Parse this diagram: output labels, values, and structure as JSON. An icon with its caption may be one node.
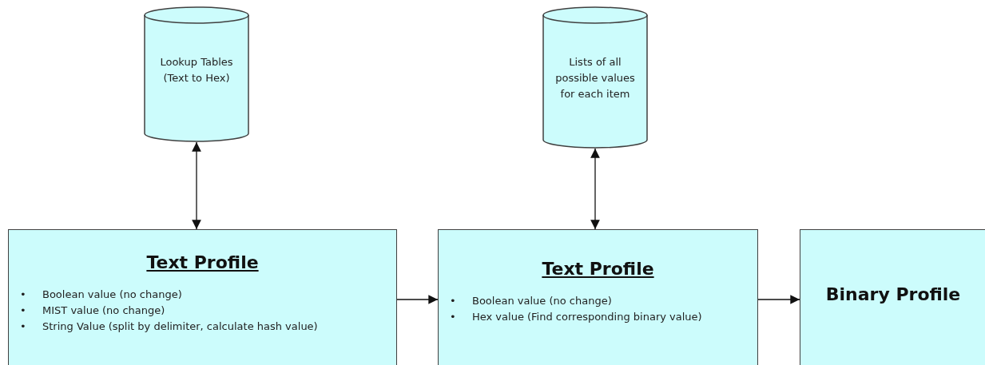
{
  "diagram": {
    "nodes": [
      {
        "text": [
          "Lookup Tables (Text to Hex)"
        ]
      },
      {
        "text": [
          "Lists of all possible values for each item"
        ]
      },
      {
        "text": [
          "Text Profile",
          "Boolean value (no change)",
          "MIST value (no change)",
          "String Value (split by delimiter, calculate hash value)"
        ]
      },
      {
        "text": [
          "Text Profile",
          "Boolean value (no change)",
          "Hex value (Find corresponding binary value)"
        ]
      },
      {
        "text": [
          "Binary Profile"
        ]
      }
    ],
    "edges": [
      {
        "from": 0,
        "to": 2,
        "arrow": "both"
      },
      {
        "from": 1,
        "to": 3,
        "arrow": "both"
      },
      {
        "from": 2,
        "to": 3,
        "arrow": "to"
      },
      {
        "from": 3,
        "to": 4,
        "arrow": "to"
      }
    ],
    "labels": [
      "•",
      "•",
      "•",
      "•",
      "•"
    ]
  }
}
